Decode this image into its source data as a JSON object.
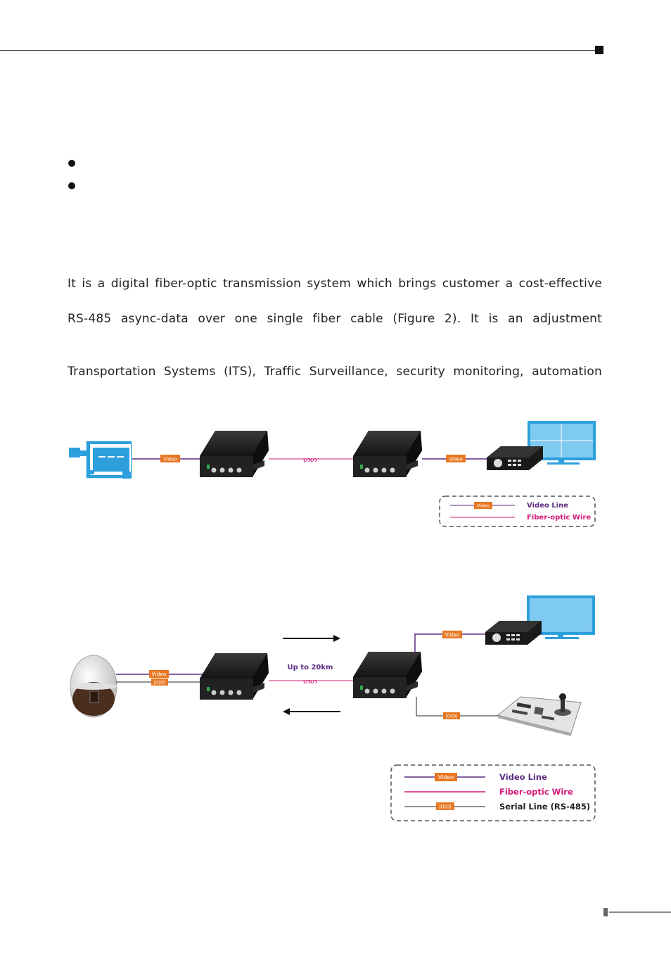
{
  "paragraph": {
    "line1": "It is a digital fiber-optic transmission system which brings customer a cost-effective",
    "line2": "RS-485 async-data over one single fiber cable  (Figure 2). It is an adjustment",
    "line3": "Transportation Systems (ITS), Traffic Surveillance, security monitoring, automation"
  },
  "figure1": {
    "video_tag_left": "Video",
    "video_tag_right": "Video",
    "legend": {
      "video_tag": "Video",
      "video_line": "Video Line",
      "fiber_wire": "Fiber-optic Wire"
    }
  },
  "figure2": {
    "video_tag_left": "Video",
    "serial_tag_left": "|O|O|",
    "distance_label": "Up to 20km",
    "video_tag_right": "Video",
    "serial_tag_right": "|O|O|",
    "legend": {
      "video_tag": "Video",
      "video_line": "Video Line",
      "fiber_wire": "Fiber-optic Wire",
      "serial_tag": "|O|O|",
      "serial_line": "Serial Line (RS-485)"
    }
  },
  "colors": {
    "video_line": "#5b2d82",
    "fiber_wire": "#d6197a",
    "tag_orange": "#e87722",
    "device_black": "#1c1c1c",
    "monitor_blue": "#2d9fdc"
  }
}
